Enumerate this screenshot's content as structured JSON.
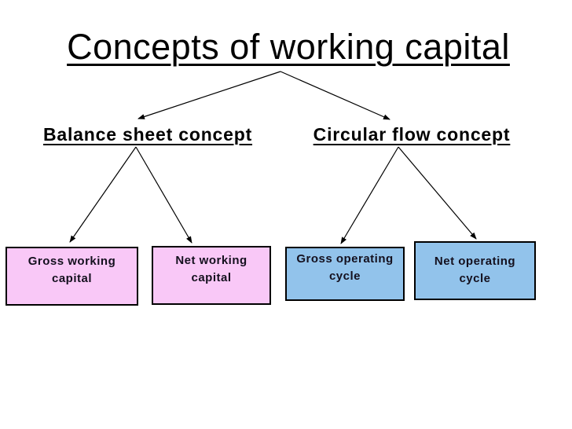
{
  "slide": {
    "title": "Concepts of working capital"
  },
  "branches": {
    "left": {
      "label": "Balance sheet concept",
      "children": [
        {
          "label": "Gross working capital"
        },
        {
          "label": "Net working capital"
        }
      ]
    },
    "right": {
      "label": "Circular flow concept",
      "children": [
        {
          "label": "Gross operating cycle"
        },
        {
          "label": "Net operating cycle"
        }
      ]
    }
  },
  "colors": {
    "background": "#FFFFFF",
    "pink_box": "#F9C8F7",
    "blue_box": "#92C3EB",
    "box_border": "#000000",
    "connector_line": "#000000",
    "heading_text": "#000000"
  }
}
